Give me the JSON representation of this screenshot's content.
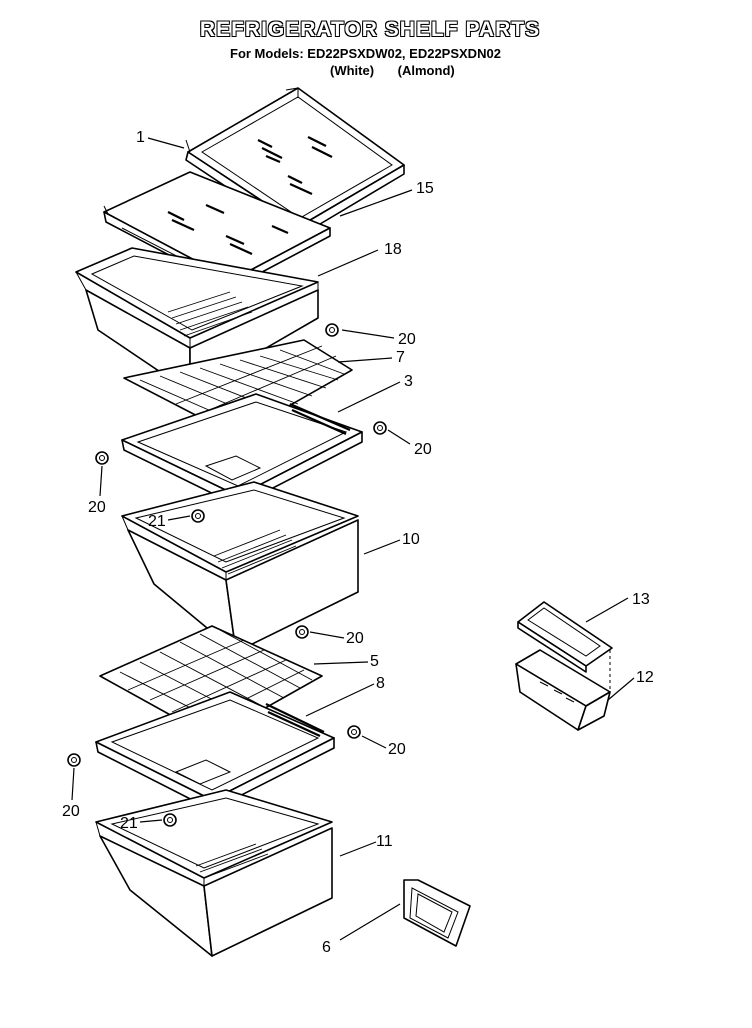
{
  "header": {
    "title": "REFRIGERATOR SHELF PARTS",
    "models_line": "For Models: ED22PSXDW02, ED22PSXDN02",
    "variant_white": "(White)",
    "variant_almond": "(Almond)"
  },
  "callouts": {
    "c1": "1",
    "c15": "15",
    "c18": "18",
    "c20a": "20",
    "c7": "7",
    "c3": "3",
    "c20b": "20",
    "c20c": "20",
    "c21a": "21",
    "c10": "10",
    "c13": "13",
    "c20d": "20",
    "c5": "5",
    "c12": "12",
    "c8": "8",
    "c20e": "20",
    "c20f": "20",
    "c21b": "21",
    "c11": "11",
    "c6": "6"
  }
}
